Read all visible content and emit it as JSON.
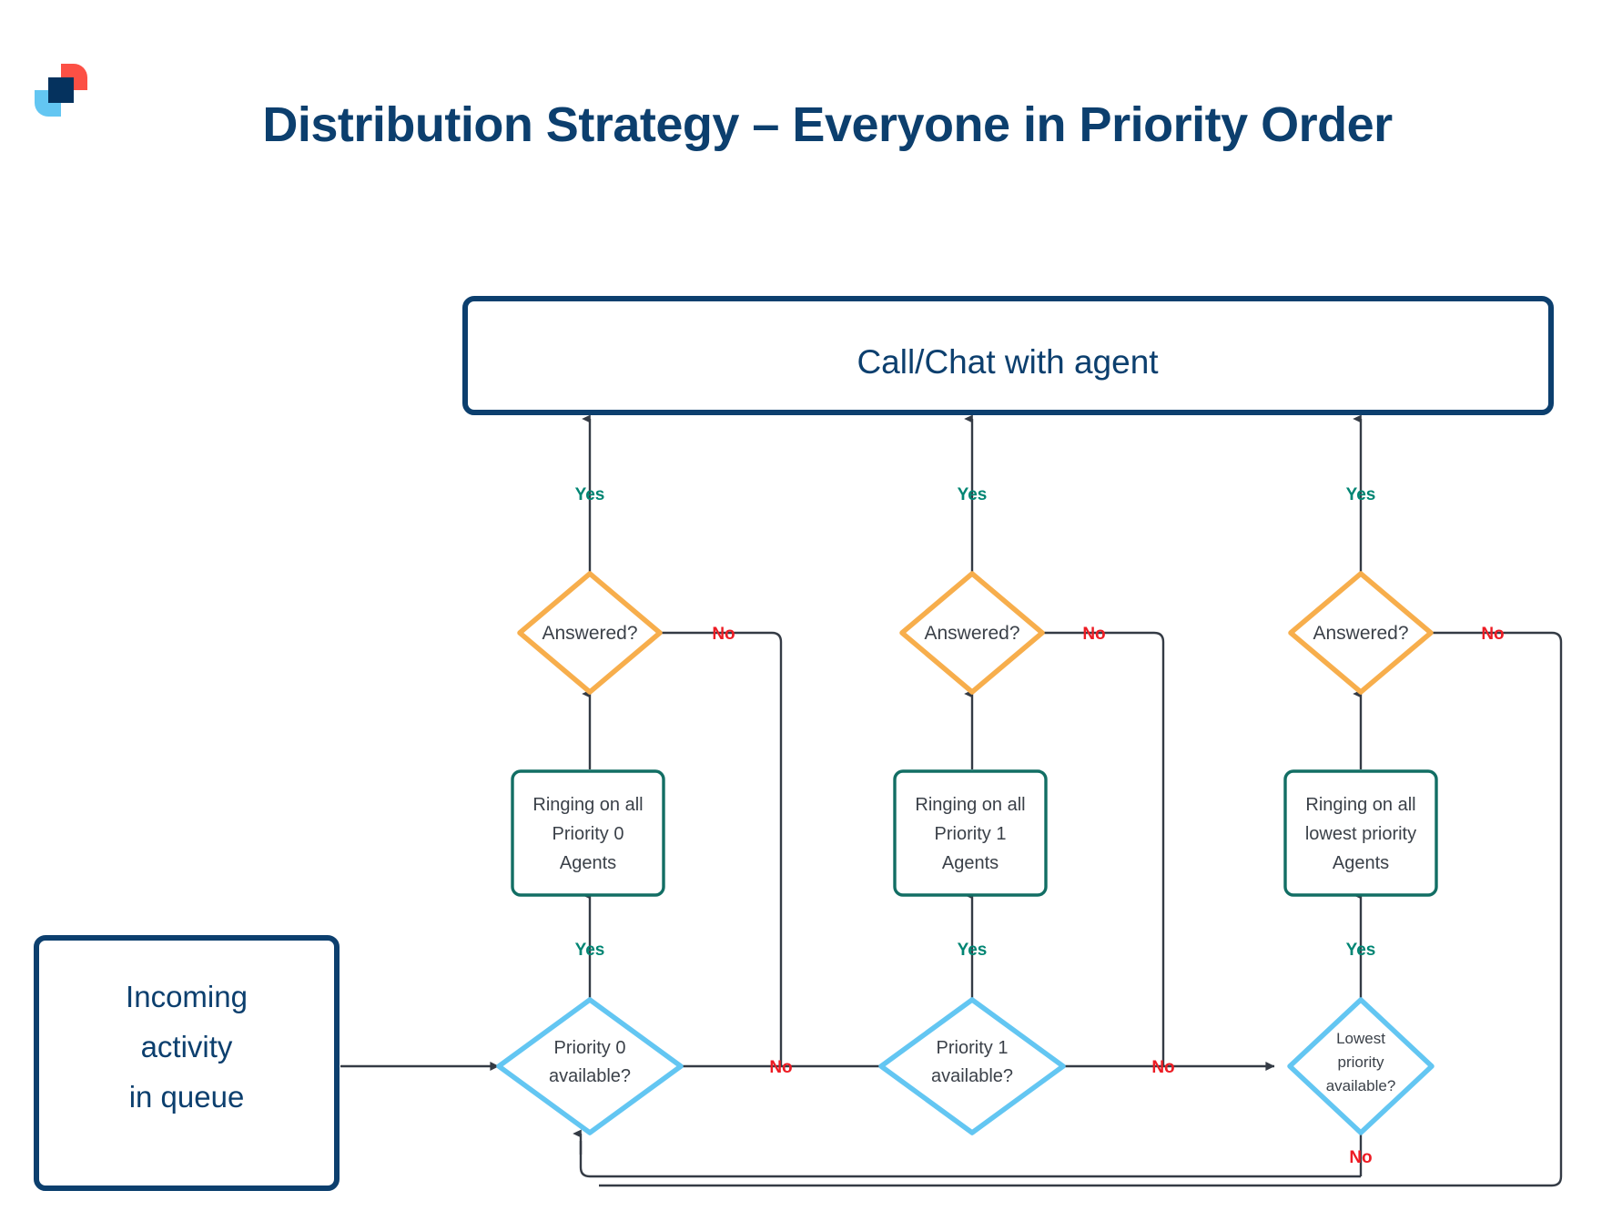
{
  "header": {
    "title": "Distribution Strategy – Everyone in Priority Order",
    "logo_name": "brand-logo",
    "colors": {
      "logo_red": "#FC5045",
      "logo_blue": "#63C6F2",
      "logo_navy": "#05325E",
      "title": "#0C3F6E"
    }
  },
  "palette": {
    "navy": "#0C3F6E",
    "green": "#126E64",
    "orange": "#F7AE4C",
    "light_blue": "#63C6F2",
    "yes_label": "#008573",
    "no_label": "#ED1C24",
    "connector": "#343b45",
    "node_text": "#3b4149"
  },
  "diagram": {
    "start": {
      "label": "Incoming\nactivity\nin queue",
      "line1": "Incoming",
      "line2": "activity",
      "line3": "in queue"
    },
    "terminal": {
      "label": "Call/Chat with agent"
    },
    "columns": [
      {
        "id": "priority-0",
        "availability": {
          "line1": "Priority 0",
          "line2": "available?",
          "line3": ""
        },
        "ringing": {
          "line1": "Ringing on all",
          "line2": "Priority 0",
          "line3": "Agents"
        },
        "answered": {
          "label": "Answered?"
        },
        "yes_to_ringing": "Yes",
        "yes_to_terminal": "Yes",
        "no_from_availability": "No",
        "no_from_answered": "No"
      },
      {
        "id": "priority-1",
        "availability": {
          "line1": "Priority 1",
          "line2": "available?",
          "line3": ""
        },
        "ringing": {
          "line1": "Ringing on all",
          "line2": "Priority 1",
          "line3": "Agents"
        },
        "answered": {
          "label": "Answered?"
        },
        "yes_to_ringing": "Yes",
        "yes_to_terminal": "Yes",
        "no_from_availability": "No",
        "no_from_answered": "No"
      },
      {
        "id": "lowest-priority",
        "availability": {
          "line1": "Lowest",
          "line2": "priority",
          "line3": "available?"
        },
        "ringing": {
          "line1": "Ringing on all",
          "line2": "lowest priority",
          "line3": "Agents"
        },
        "answered": {
          "label": "Answered?"
        },
        "yes_to_ringing": "Yes",
        "yes_to_terminal": "Yes",
        "no_from_availability": "No",
        "no_from_answered": "No"
      }
    ]
  }
}
